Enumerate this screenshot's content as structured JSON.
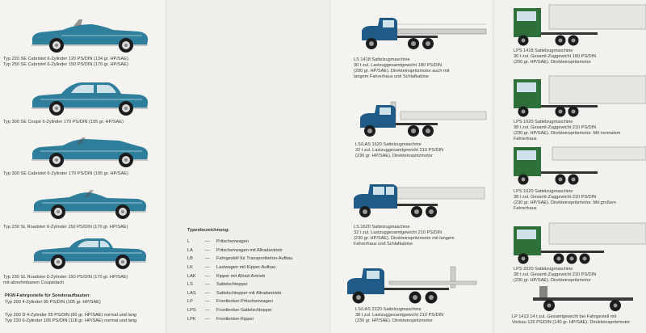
{
  "colors": {
    "car_blue": "#2f7f9c",
    "truck_blue": "#1f5b86",
    "truck_green": "#2f6f3a",
    "tire": "#1c1c1c",
    "trailer_gray": "#d9d9d5"
  },
  "cars": [
    {
      "id": "car1",
      "style": "cabrio",
      "lines": [
        "Typ 220 SE Cabriolet 6-Zylinder 120 PS/DIN (134 gr. HP/SAE)",
        "Typ 250 SE Cabriolet 6-Zylinder 150 PS/DIN (170 gr. HP/SAE)"
      ]
    },
    {
      "id": "car2",
      "style": "coupe",
      "lines": [
        "Typ 300 SE Coupé 6-Zylinder 170 PS/DIN (195 gr. HP/SAE)"
      ]
    },
    {
      "id": "car3",
      "style": "cabrio-top",
      "lines": [
        "Typ 300 SE Cabriolet 6-Zylinder 170 PS/DIN (195 gr. HP/SAE)"
      ]
    },
    {
      "id": "car4",
      "style": "roadster",
      "lines": [
        "Typ 230 SL Roadster 6-Zylinder 150 PS/DIN (170 gr. HP/SAE)"
      ]
    },
    {
      "id": "car5",
      "style": "pagoda",
      "lines": [
        "Typ 230 SL Roadster 6-Zylinder 150 PS/DIN (170 gr. HP/SAE)",
        "mit abnehmbarem Coupédach"
      ]
    }
  ],
  "special": {
    "heading": "PKW-Fahrgestelle für Sonderaufbauten:",
    "lines": [
      "Typ 200 4-Zylinder 95 PS/DIN (105 gr. HP/SAE)",
      "",
      "Typ 200 D 4-Zylinder 55 PS/DIN (60 gr. HP/SAE) normal und lang",
      "Typ 230 6-Zylinder 105 PS/DIN (118 gr. HP/SAE) normal und lang"
    ]
  },
  "legend": {
    "title": "Typenbezeichnung:",
    "items": [
      {
        "code": "L",
        "desc": "Pritschenwagen"
      },
      {
        "code": "LA",
        "desc": "Pritschenwagen mit Allradantrieb"
      },
      {
        "code": "LB",
        "desc": "Fahrgestell für Transportbeton-Aufbau"
      },
      {
        "code": "LK",
        "desc": "Lastwagen mit Kipper-Aufbau"
      },
      {
        "code": "LAK",
        "desc": "Kipper mit Allrad-Antrieb"
      },
      {
        "code": "LS",
        "desc": "Sattelschlepper"
      },
      {
        "code": "LAS",
        "desc": "Sattelschlepper mit Allradantrieb"
      },
      {
        "code": "LP",
        "desc": "Frontlenker-Pritschenwagen"
      },
      {
        "code": "LPS",
        "desc": "Frontlenker-Sattelschlepper"
      },
      {
        "code": "LPK",
        "desc": "Frontlenker-Kipper"
      }
    ]
  },
  "blue_trucks": [
    {
      "id": "bt1",
      "lines": [
        "LS 1418 Sattelzugmaschine",
        "30 t zul. Lastzuggesamtgewicht 180 PS/DIN",
        "(200 gr. HP/SAE). Direkteinspritzmotor auch mit",
        "langem Fahrerhaus und Schlafkabine"
      ]
    },
    {
      "id": "bt2",
      "lines": [
        "LS/LAS 1620 Sattelzugmaschine",
        "32 t zul. Lastzuggesamtgewicht 210 PS/DIN",
        "(230 gr. HP/SAE). Direkteinspritzmotor"
      ]
    },
    {
      "id": "bt3",
      "lines": [
        "LS 1620 Sattelzugmaschine",
        "32 t zul. Lastzuggesamtgewicht 210 PS/DIN",
        "(230 gr. HP/SAE). Direkteinspritzmotor mit langem",
        "Fahrerhaus und Schlafkabine"
      ]
    },
    {
      "id": "bt4",
      "lines": [
        "LS/LAS 2220 Sattelzugmaschine",
        "38 t zul. Lastzuggesamtgewicht 210 PS/DIN",
        "(230 gr. HP/SAE). Direkteinspritzmotor"
      ]
    }
  ],
  "green_trucks": [
    {
      "id": "gt1",
      "lines": [
        "LPS 1418 Sattelzugmaschine",
        "30 t zul. Gesamt-Zuggewicht 180 PS/DIN",
        "(200 gr. HP/SAE). Direkteinspritzmotor"
      ]
    },
    {
      "id": "gt2",
      "lines": [
        "LPS 1620 Sattelzugmaschine",
        "38 t zul. Gesamt-Zuggewicht 210 PS/DIN",
        "(230 gr. HP/SAE). Direkteinspritzmotor. Mit normalem",
        "Fahrerhaus"
      ]
    },
    {
      "id": "gt3",
      "lines": [
        "LPS 1620 Sattelzugmaschine",
        "38 t zul. Gesamt-Zuggewicht 210 PS/DIN",
        "(230 gr. HP/SAE). Direkteinspritzmotor. Mit großem",
        "Fahrerhaus"
      ]
    },
    {
      "id": "gt4",
      "lines": [
        "LPS 2020 Sattelzugmaschine",
        "38 t zul. Gesamt-Zuggewicht 210 PS/DIN",
        "(230 gr. HP/SAE). Direkteinspritzmotor"
      ]
    },
    {
      "id": "gt5",
      "lines": [
        "LP 1413 14 t zul. Gesamtgewicht bei Fahrgestell mit",
        "Vorbau 126 PS/DIN (140 gr. HP/SAE). Direkteinspritzmotor"
      ]
    }
  ]
}
